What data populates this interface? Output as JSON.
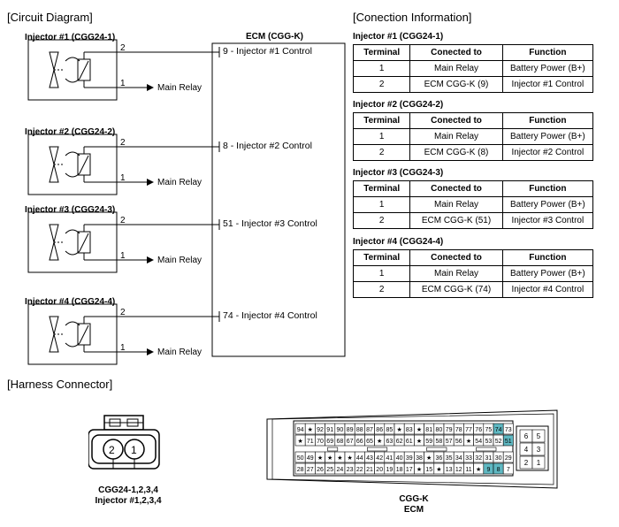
{
  "circuit_title": "[Circuit Diagram]",
  "connection_title": "[Conection Information]",
  "harness_title": "[Harness Connector]",
  "ecm_title": "ECM (CGG-K)",
  "pin2": "2",
  "pin1": "1",
  "main_relay": "Main Relay",
  "injectors": [
    {
      "title": "Injector #1 (CGG24-1)",
      "control": "9 - Injector #1 Control"
    },
    {
      "title": "Injector #2 (CGG24-2)",
      "control": "8 - Injector #2 Control"
    },
    {
      "title": "Injector #3 (CGG24-3)",
      "control": "51 - Injector #3 Control"
    },
    {
      "title": "Injector #4 (CGG24-4)",
      "control": "74 - Injector #4 Control"
    }
  ],
  "conn_headers": [
    "Terminal",
    "Conected to",
    "Function"
  ],
  "conn_tables": [
    {
      "title": "Injector #1 (CGG24-1)",
      "rows": [
        [
          "1",
          "Main Relay",
          "Battery Power (B+)"
        ],
        [
          "2",
          "ECM CGG-K (9)",
          "Injector #1 Control"
        ]
      ]
    },
    {
      "title": "Injector #2 (CGG24-2)",
      "rows": [
        [
          "1",
          "Main Relay",
          "Battery Power (B+)"
        ],
        [
          "2",
          "ECM CGG-K (8)",
          "Injector #2 Control"
        ]
      ]
    },
    {
      "title": "Injector #3 (CGG24-3)",
      "rows": [
        [
          "1",
          "Main Relay",
          "Battery Power (B+)"
        ],
        [
          "2",
          "ECM CGG-K (51)",
          "Injector #3 Control"
        ]
      ]
    },
    {
      "title": "Injector #4 (CGG24-4)",
      "rows": [
        [
          "1",
          "Main Relay",
          "Battery Power (B+)"
        ],
        [
          "2",
          "ECM CGG-K (74)",
          "Injector #4 Control"
        ]
      ]
    }
  ],
  "injector_connector": {
    "pins": [
      "2",
      "1"
    ],
    "caption_line1": "CGG24-1,2,3,4",
    "caption_line2": "Injector #1,2,3,4"
  },
  "ecm_connector": {
    "caption_line1": "CGG-K",
    "caption_line2": "ECM",
    "highlight_color": "#5fb8c2",
    "highlighted_pins": [
      "74",
      "51",
      "9",
      "8"
    ],
    "rows": [
      [
        "94",
        "★",
        "92",
        "91",
        "90",
        "89",
        "88",
        "87",
        "86",
        "85",
        "★",
        "83",
        "★",
        "81",
        "80",
        "79",
        "78",
        "77",
        "76",
        "75",
        "74",
        "73"
      ],
      [
        "★",
        "71",
        "70",
        "69",
        "68",
        "67",
        "66",
        "65",
        "★",
        "63",
        "62",
        "61",
        "★",
        "59",
        "58",
        "57",
        "56",
        "★",
        "54",
        "53",
        "52",
        "51"
      ],
      [
        "50",
        "49",
        "★",
        "★",
        "★",
        "★",
        "44",
        "43",
        "42",
        "41",
        "40",
        "39",
        "38",
        "★",
        "36",
        "35",
        "34",
        "33",
        "32",
        "31",
        "30",
        "29"
      ],
      [
        "28",
        "27",
        "26",
        "25",
        "24",
        "23",
        "22",
        "21",
        "20",
        "19",
        "18",
        "17",
        "★",
        "15",
        "★",
        "13",
        "12",
        "11",
        "★",
        "9",
        "8",
        "7"
      ]
    ],
    "side_rows": [
      [
        "6",
        "5"
      ],
      [
        "4",
        "3"
      ],
      [
        "2",
        "1"
      ]
    ]
  }
}
